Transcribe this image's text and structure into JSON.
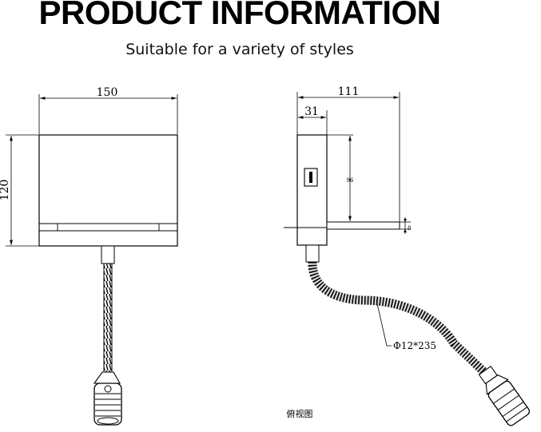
{
  "header": {
    "title": "PRODUCT INFORMATION",
    "subtitle": "Suitable for a variety of styles"
  },
  "front_view": {
    "width_label": "150",
    "height_label": "120"
  },
  "side_view": {
    "total_depth_label": "111",
    "body_depth_label": "31",
    "switch_height_label": "96",
    "shelf_thickness_label": "8",
    "hose_label": "Φ12*235"
  },
  "caption": "俯视图",
  "colors": {
    "line": "#000000",
    "background": "#ffffff"
  }
}
